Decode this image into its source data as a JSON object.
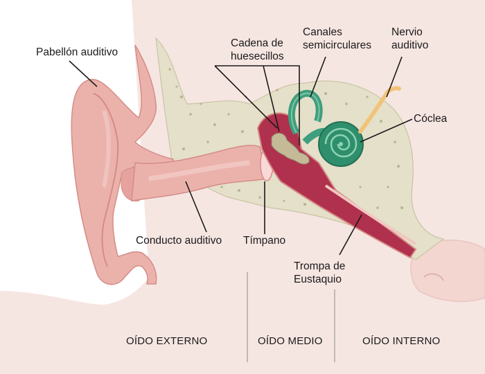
{
  "labels": {
    "pabellon": "Pabellón auditivo",
    "cadena_1": "Cadena de",
    "cadena_2": "huesecillos",
    "canales_1": "Canales",
    "canales_2": "semicirculares",
    "nervio_1": "Nervio",
    "nervio_2": "auditivo",
    "coclea": "Cóclea",
    "conducto": "Conducto auditivo",
    "timpano": "Tímpano",
    "trompa_1": "Trompa de",
    "trompa_2": "Eustaquio"
  },
  "sections": {
    "externo": "OÍDO EXTERNO",
    "medio": "OÍDO MEDIO",
    "interno": "OÍDO INTERNO"
  },
  "colors": {
    "skin": "#f6e6e2",
    "ear": "#ebb2ac",
    "ear_dark": "#d58b86",
    "bone": "#e4e0c9",
    "cavity": "#b0314d",
    "canal": "#3e9e7d",
    "nerve": "#f1c37a"
  }
}
